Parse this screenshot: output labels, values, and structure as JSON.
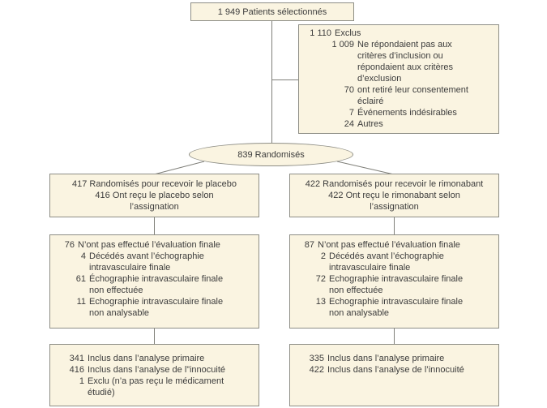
{
  "colors": {
    "box_fill": "#faf4e1",
    "box_border": "#8e8e86",
    "connector_line": "#80807a",
    "text": "#3c3c3c",
    "background": "#ffffff"
  },
  "nodes": {
    "selected": {
      "text": "1 949 Patients sélectionnés"
    },
    "excluded": {
      "entries": [
        {
          "level": 0,
          "num": "1 110",
          "text": "Exclus"
        },
        {
          "level": 1,
          "num": "1 009",
          "text": "Ne répondaient pas aux\ncritères d’inclusion ou\nrépondaient aux critères\nd’exclusion"
        },
        {
          "level": 1,
          "num": "70",
          "text": "ont retiré leur consentement\néclairé"
        },
        {
          "level": 1,
          "num": "7",
          "text": "Événements indésirables"
        },
        {
          "level": 1,
          "num": "24",
          "text": "Autres"
        }
      ]
    },
    "randomized": {
      "text": "839 Randomisés"
    },
    "placebo_arm": {
      "text": "417 Randomisés pour recevoir le placebo\n416 Ont reçu le placebo selon\nl’assignation"
    },
    "rimonabant_arm": {
      "text": "422 Randomisés pour recevoir le rimonabant\n422 Ont reçu le rimonabant selon\nl’assignation"
    },
    "placebo_noeval": {
      "entries": [
        {
          "level": 0,
          "num": "76",
          "text": "N’ont pas effectué l’évaluation finale"
        },
        {
          "level": 1,
          "num": "4",
          "text": "Décédés avant l’échographie\nintravasculaire finale"
        },
        {
          "level": 1,
          "num": "61",
          "text": "Échographie intravasculaire finale\nnon effectuée"
        },
        {
          "level": 1,
          "num": "11",
          "text": "Echographie intravasculaire finale\nnon analysable"
        }
      ]
    },
    "rimonabant_noeval": {
      "entries": [
        {
          "level": 0,
          "num": "87",
          "text": "N’ont pas effectué l’évaluation finale"
        },
        {
          "level": 1,
          "num": "2",
          "text": "Décédés avant l’échographie\nintravasculaire finale"
        },
        {
          "level": 1,
          "num": "72",
          "text": "Echographie intravasculaire finale\nnon effectuée"
        },
        {
          "level": 1,
          "num": "13",
          "text": "Echographie intravasculaire finale\nnon analysable"
        }
      ]
    },
    "placebo_analysis": {
      "entries": [
        {
          "level": 0,
          "num": "341",
          "text": "Inclus dans l’analyse primaire"
        },
        {
          "level": 0,
          "num": "416",
          "text": "Inclus dans l’analyse de l”innocuité"
        },
        {
          "level": 0,
          "num": "1",
          "text": "Exclu (n’a pas reçu le médicament\nétudié)"
        }
      ]
    },
    "rimonabant_analysis": {
      "entries": [
        {
          "level": 0,
          "num": "335",
          "text": "Inclus dans l’analyse primaire"
        },
        {
          "level": 0,
          "num": "422",
          "text": "Inclus dans l’analyse de l’innocuité"
        }
      ]
    }
  }
}
